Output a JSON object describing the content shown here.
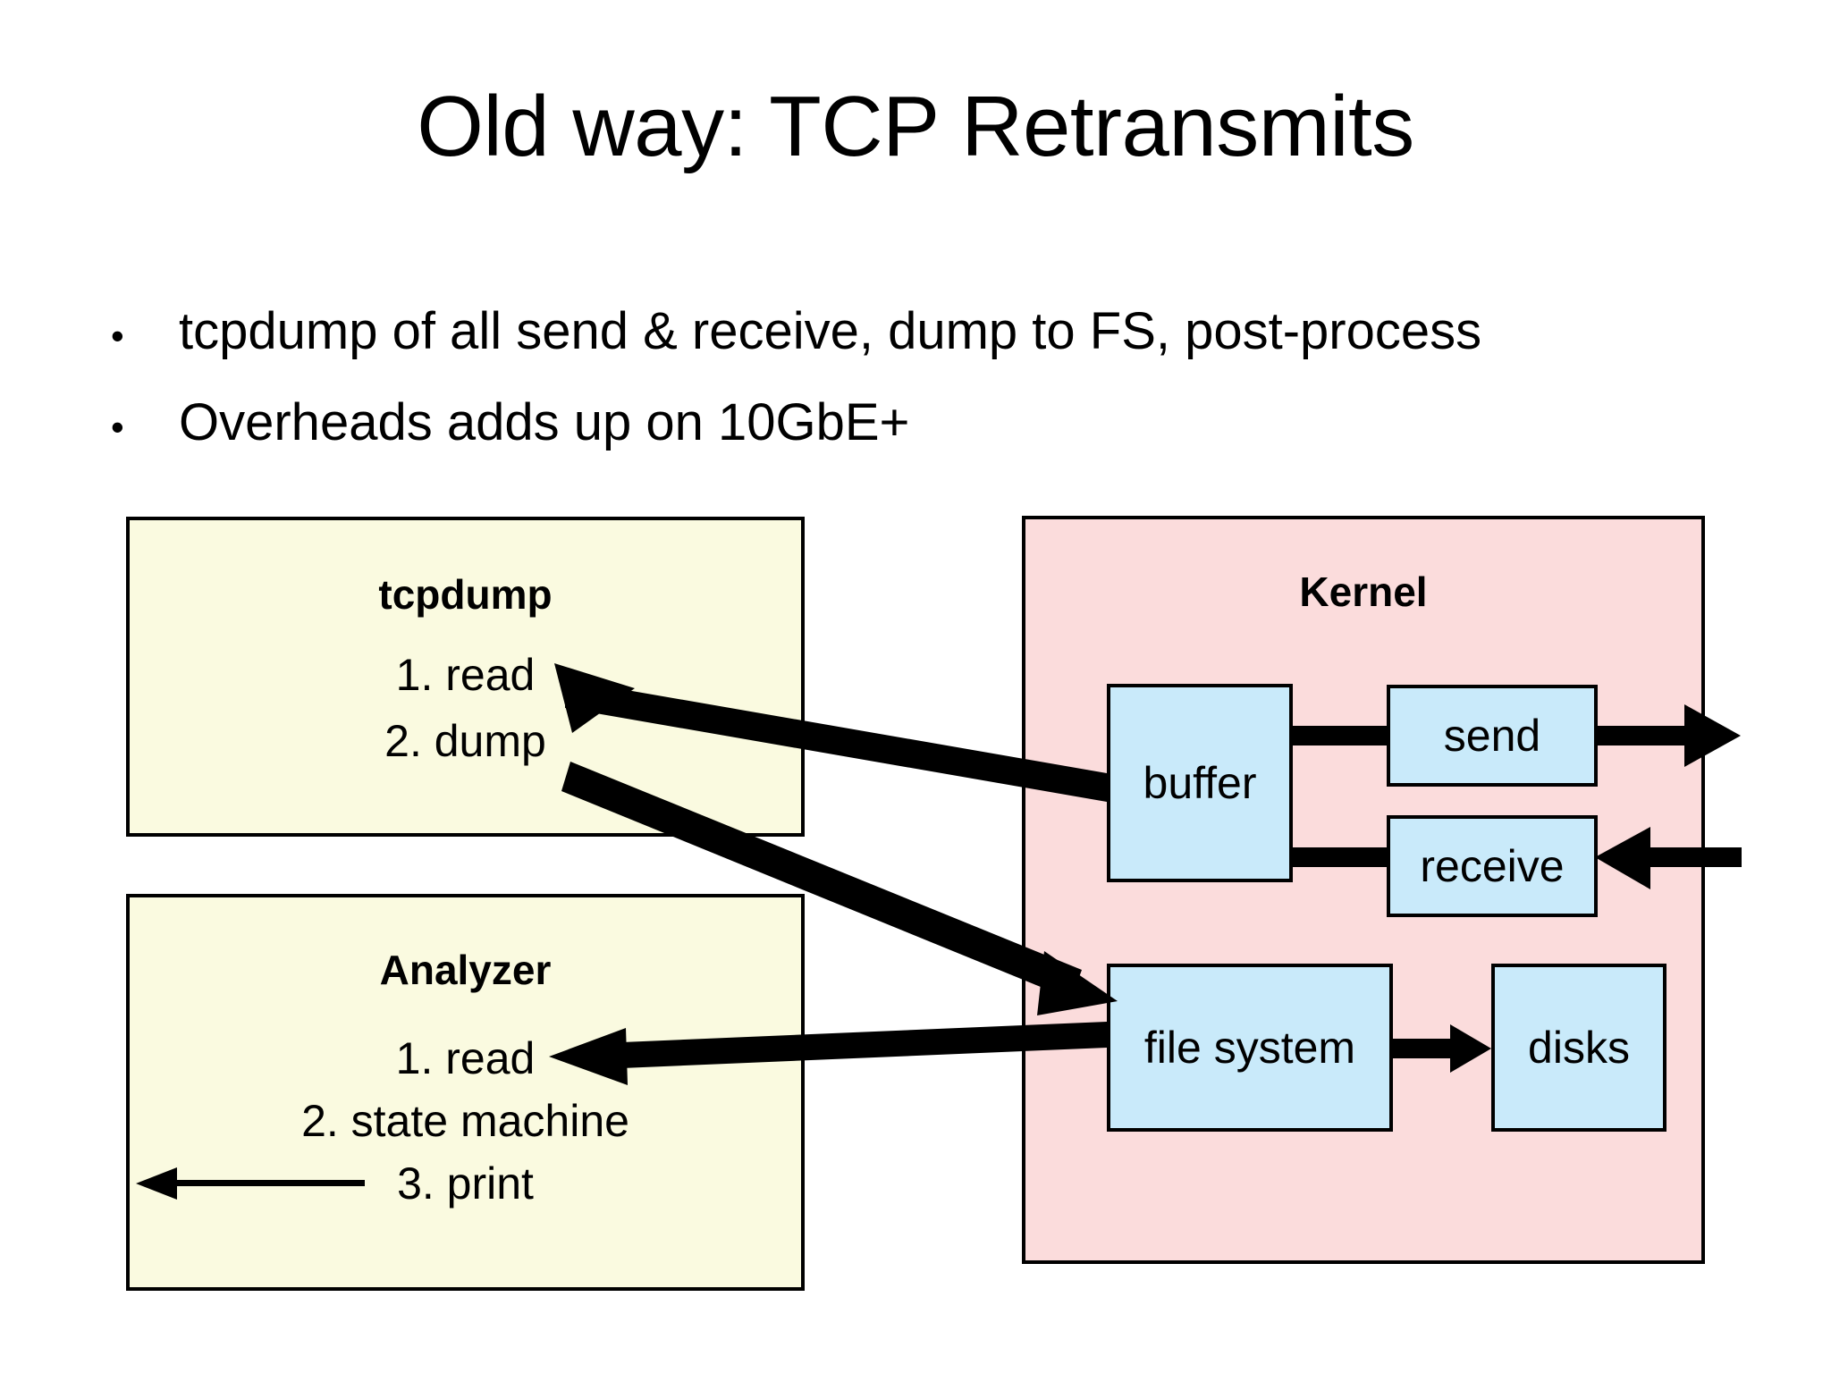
{
  "slide": {
    "title": "Old way: TCP Retransmits",
    "bullets": [
      {
        "marker": "•",
        "text": "tcpdump of all send & receive, dump to FS, post-process"
      },
      {
        "marker": "•",
        "text": "Overheads adds up on 10GbE+"
      }
    ]
  },
  "diagram": {
    "tcpdump_panel": {
      "title": "tcpdump",
      "steps": [
        "1. read",
        "2. dump"
      ]
    },
    "analyzer_panel": {
      "title": "Analyzer",
      "steps": [
        "1. read",
        "2. state machine",
        "3. print"
      ]
    },
    "kernel_panel": {
      "title": "Kernel",
      "boxes": {
        "buffer": "buffer",
        "send": "send",
        "receive": "receive",
        "file_system": "file system",
        "disks": "disks"
      }
    },
    "colors": {
      "process_panel_fill": "#FAFAE0",
      "kernel_panel_fill": "#FBDCDC",
      "kernel_box_fill": "#C9EAFA",
      "stroke": "#000000",
      "background": "#FFFFFF"
    },
    "flows": [
      {
        "from": "buffer",
        "to": "tcpdump.1. read",
        "style": "thick"
      },
      {
        "from": "tcpdump.2. dump",
        "to": "file system",
        "style": "thick"
      },
      {
        "from": "file system",
        "to": "analyzer.1. read",
        "style": "thick"
      },
      {
        "from": "analyzer.3. print",
        "to": "out",
        "style": "thin"
      },
      {
        "from": "buffer",
        "to": "send",
        "style": "thick"
      },
      {
        "from": "send",
        "to": "network-out",
        "style": "thick"
      },
      {
        "from": "network-in",
        "to": "receive",
        "style": "thick"
      },
      {
        "from": "receive",
        "to": "buffer",
        "style": "thick"
      },
      {
        "from": "file system",
        "to": "disks",
        "style": "thick"
      }
    ]
  }
}
